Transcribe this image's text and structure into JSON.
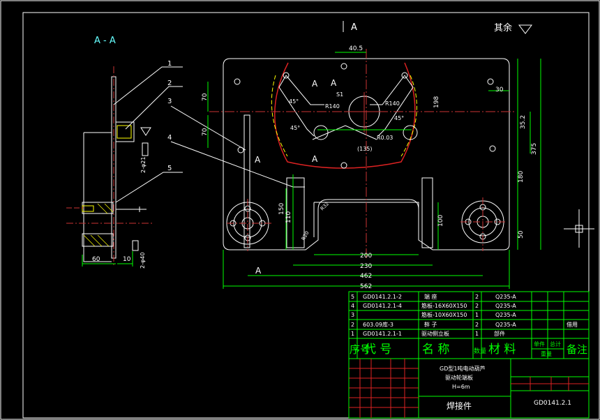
{
  "view_labels": {
    "section_aa": "A - A",
    "arrow_a_top": "A",
    "finish_note": "其余"
  },
  "leaders": [
    "1",
    "2",
    "3",
    "4",
    "5"
  ],
  "dims": {
    "d40_5": "40.5",
    "d30": "30",
    "d70a": "70",
    "d70b": "70",
    "d198": "198",
    "d35_2": "35.2",
    "d375": "375",
    "d180": "180",
    "d110": "110",
    "d150": "150",
    "d100": "100",
    "d50": "50",
    "d200": "200",
    "d230": "230",
    "d462": "462",
    "d562": "562",
    "d60": "60",
    "d10": "10",
    "r140a": "R140",
    "r140b": "R140",
    "a45a": "45°",
    "a45b": "45°",
    "a45c": "45°",
    "d135": "(135)",
    "s1": "S1",
    "r32": "R32",
    "r20": "R20",
    "phi21": "2-φ21",
    "phi40": "2-φ40",
    "r003": "R0.03"
  },
  "section_marks": [
    "A",
    "A",
    "A",
    "A",
    "A"
  ],
  "bom": {
    "rows": [
      {
        "no": "5",
        "code": "GD0141.2.1-2",
        "name": "端 座",
        "qty": "2",
        "material": "Q235-A",
        "note": ""
      },
      {
        "no": "4",
        "code": "GD0141.2.1-4",
        "name": "筋板-16X60X150",
        "qty": "2",
        "material": "Q235-A",
        "note": ""
      },
      {
        "no": "3",
        "code": "",
        "name": "筋板-10X60X150",
        "qty": "1",
        "material": "Q235-A",
        "note": ""
      },
      {
        "no": "2",
        "code": "603.09库-3",
        "name": "靽 子",
        "qty": "2",
        "material": "Q235-A",
        "note": "借用"
      },
      {
        "no": "1",
        "code": "GD0141.2.1-1",
        "name": "驱动侧立板",
        "qty": "1",
        "material": "部件",
        "note": ""
      }
    ],
    "header": {
      "seq": "序号",
      "code": "代 号",
      "name": "名 称",
      "qty": "数量",
      "material": "材 料",
      "unit_wt": "单件",
      "total_wt": "总计",
      "weight": "重量",
      "note": "备注"
    }
  },
  "title_block": {
    "product_line1": "GD型1吨电动葫芦",
    "product_line2": "驱动轮端板",
    "product_line3": "H=6m",
    "part_name": "焊接件",
    "drawing_no": "GD0141.2.1"
  }
}
